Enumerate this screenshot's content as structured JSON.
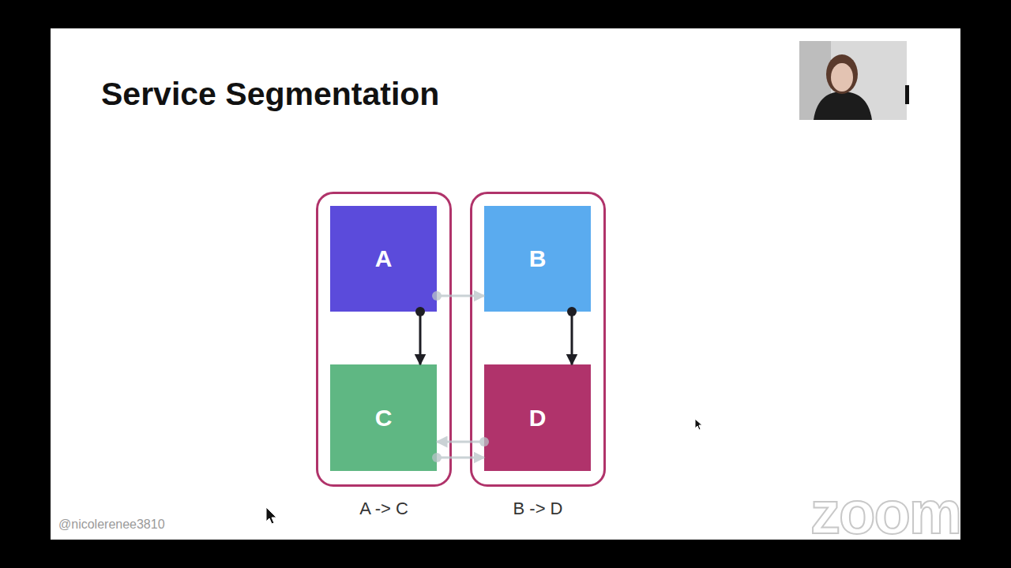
{
  "diagram": {
    "title": "Service Segmentation",
    "nodes": [
      {
        "text": [
          "A -> C"
        ]
      },
      {
        "text": [
          "A"
        ],
        "in": 0
      },
      {
        "text": [
          "C"
        ],
        "in": 0
      },
      {
        "text": [
          "B -> D"
        ]
      },
      {
        "text": [
          "B"
        ],
        "in": 3
      },
      {
        "text": [
          "D"
        ],
        "in": 3
      }
    ],
    "edges": [
      {
        "from": 1,
        "to": 2,
        "arrow": "to"
      },
      {
        "from": 4,
        "to": 5,
        "arrow": "to"
      },
      {
        "from": 1,
        "to": 4,
        "arrow": "to"
      },
      {
        "from": 5,
        "to": 2,
        "arrow": "to"
      },
      {
        "from": 2,
        "to": 5,
        "arrow": "to"
      }
    ],
    "labels": [
      "@nicolerenee3810",
      "zoom"
    ]
  }
}
